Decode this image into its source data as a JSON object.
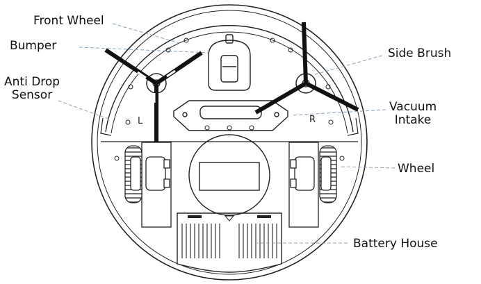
{
  "labels": {
    "front_wheel": "Front Wheel",
    "bumper": "Bumper",
    "anti_drop_line1": "Anti Drop",
    "anti_drop_line2": "Sensor",
    "side_brush": "Side Brush",
    "vacuum_line1": "Vacuum",
    "vacuum_line2": "Intake",
    "wheel": "Wheel",
    "battery_house": "Battery House"
  },
  "markings": {
    "left": "L",
    "right": "R"
  },
  "colors": {
    "line": "#222222",
    "leader": "#8aa0b5",
    "brush": "#111111",
    "background": "#ffffff"
  }
}
